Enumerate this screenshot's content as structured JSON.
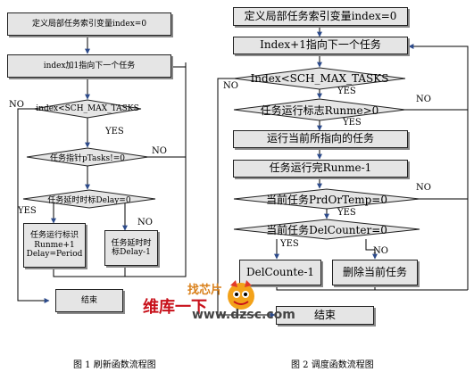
{
  "left": {
    "init": "定义局部任务索引变量index=0",
    "incr": "index加1指向下一个任务",
    "cond1": "index<SCH_MAX_TASKS",
    "cond2": "任务指针pTasks!=0",
    "cond3": "任务延时时标Delay=0",
    "branch_yes_1": "任务运行标识",
    "branch_yes_2": "Runme+1",
    "branch_yes_3": "Delay=Period",
    "branch_no_1": "任务延时时",
    "branch_no_2": "标Delay-1",
    "end": "结束",
    "caption": "图 1 刷新函数流程图",
    "labels": {
      "no_top": "NO",
      "yes_1": "YES",
      "no_2": "NO",
      "yes_3": "YES",
      "no_3": "NO"
    }
  },
  "right": {
    "init": "定义局部任务索引变量index=0",
    "incr": "Index+1指向下一个任务",
    "cond1": "Index<SCH_MAX_TASKS",
    "cond2": "任务运行标志Runme>0",
    "run": "运行当前所指向的任务",
    "dec": "任务运行完Runme-1",
    "cond3": "当前任务PrdOrTemp=0",
    "cond4": "当前任务DelCounter=0",
    "delcount": "DelCounte-1",
    "delete": "删除当前任务",
    "end": "结束",
    "caption": "图 2 调度函数流程图",
    "labels": {
      "no_1": "NO",
      "yes_1": "YES",
      "no_2": "NO",
      "yes_2": "YES",
      "no_3": "NO",
      "yes_3": "YES",
      "yes_4": "YES",
      "no_4": "NO"
    }
  },
  "watermark": {
    "top": "找芯片",
    "cn": "维库一下",
    "url": "www.dzsc.com"
  },
  "colors": {
    "box_fill": "#e5e5e5",
    "line": "#000000",
    "arrow": "#2c4a8a",
    "watermark_red": "#c8101a"
  }
}
